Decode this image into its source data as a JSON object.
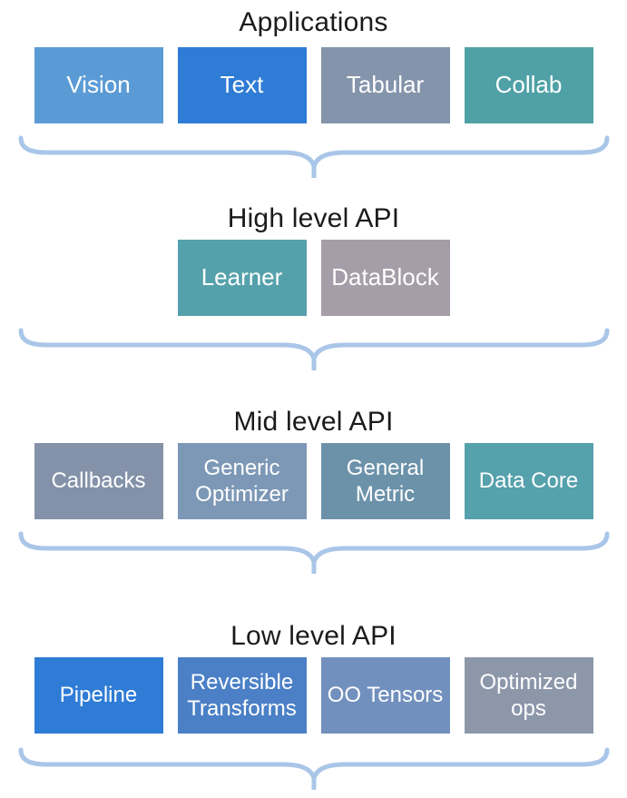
{
  "brace": {
    "color": "#A9C6E8"
  },
  "sections": [
    {
      "title": "Applications",
      "boxes": [
        {
          "label": "Vision",
          "color": "#5B9BD5"
        },
        {
          "label": "Text",
          "color": "#2E7CD6"
        },
        {
          "label": "Tabular",
          "color": "#8494AB"
        },
        {
          "label": "Collab",
          "color": "#50A1A6"
        }
      ]
    },
    {
      "title": "High level API",
      "boxes": [
        {
          "label": "Learner",
          "color": "#55A1AB"
        },
        {
          "label": "DataBlock",
          "color": "#A59DA8"
        }
      ]
    },
    {
      "title": "Mid level API",
      "boxes": [
        {
          "label": "Callbacks",
          "color": "#8492A9"
        },
        {
          "label": "Generic Optimizer",
          "color": "#7D98B6"
        },
        {
          "label": "General Metric",
          "color": "#6C92AA"
        },
        {
          "label": "Data Core",
          "color": "#55A1AC"
        }
      ]
    },
    {
      "title": "Low level API",
      "boxes": [
        {
          "label": "Pipeline",
          "color": "#2E7CD6"
        },
        {
          "label": "Reversible Transforms",
          "color": "#4B80C7"
        },
        {
          "label": "OO Tensors",
          "color": "#7190BD"
        },
        {
          "label": "Optimized ops",
          "color": "#8C97AA"
        }
      ]
    }
  ]
}
